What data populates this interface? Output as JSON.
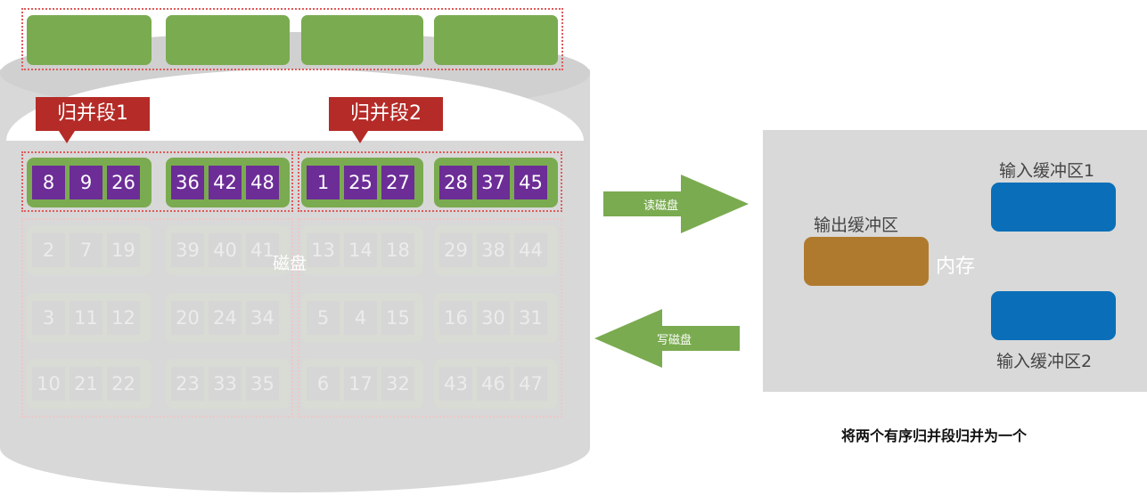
{
  "disk_label": "磁盘",
  "segment_labels": [
    "归并段1",
    "归并段2"
  ],
  "rows": [
    [
      [
        "8",
        "9",
        "26"
      ],
      [
        "36",
        "42",
        "48"
      ],
      [
        "1",
        "25",
        "27"
      ],
      [
        "28",
        "37",
        "45"
      ]
    ],
    [
      [
        "2",
        "7",
        "19"
      ],
      [
        "39",
        "40",
        "41"
      ],
      [
        "13",
        "14",
        "18"
      ],
      [
        "29",
        "38",
        "44"
      ]
    ],
    [
      [
        "3",
        "11",
        "12"
      ],
      [
        "20",
        "24",
        "34"
      ],
      [
        "5",
        "4",
        "15"
      ],
      [
        "16",
        "30",
        "31"
      ]
    ],
    [
      [
        "10",
        "21",
        "22"
      ],
      [
        "23",
        "33",
        "35"
      ],
      [
        "6",
        "17",
        "32"
      ],
      [
        "43",
        "46",
        "47"
      ]
    ]
  ],
  "read_arrow_label": "读磁盘",
  "write_arrow_label": "写磁盘",
  "memory": {
    "label": "内存",
    "output_buffer": "输出缓冲区",
    "input_buffer_1": "输入缓冲区1",
    "input_buffer_2": "输入缓冲区2"
  },
  "caption": "将两个有序归并段归并为一个",
  "colors": {
    "block_green": "#7aab50",
    "number_purple": "#6c2d97",
    "segment_red": "#b52b27",
    "arrow_green": "#7aab50",
    "input_buffer_blue": "#0a6fb8",
    "output_buffer_brown": "#b07a2e"
  }
}
